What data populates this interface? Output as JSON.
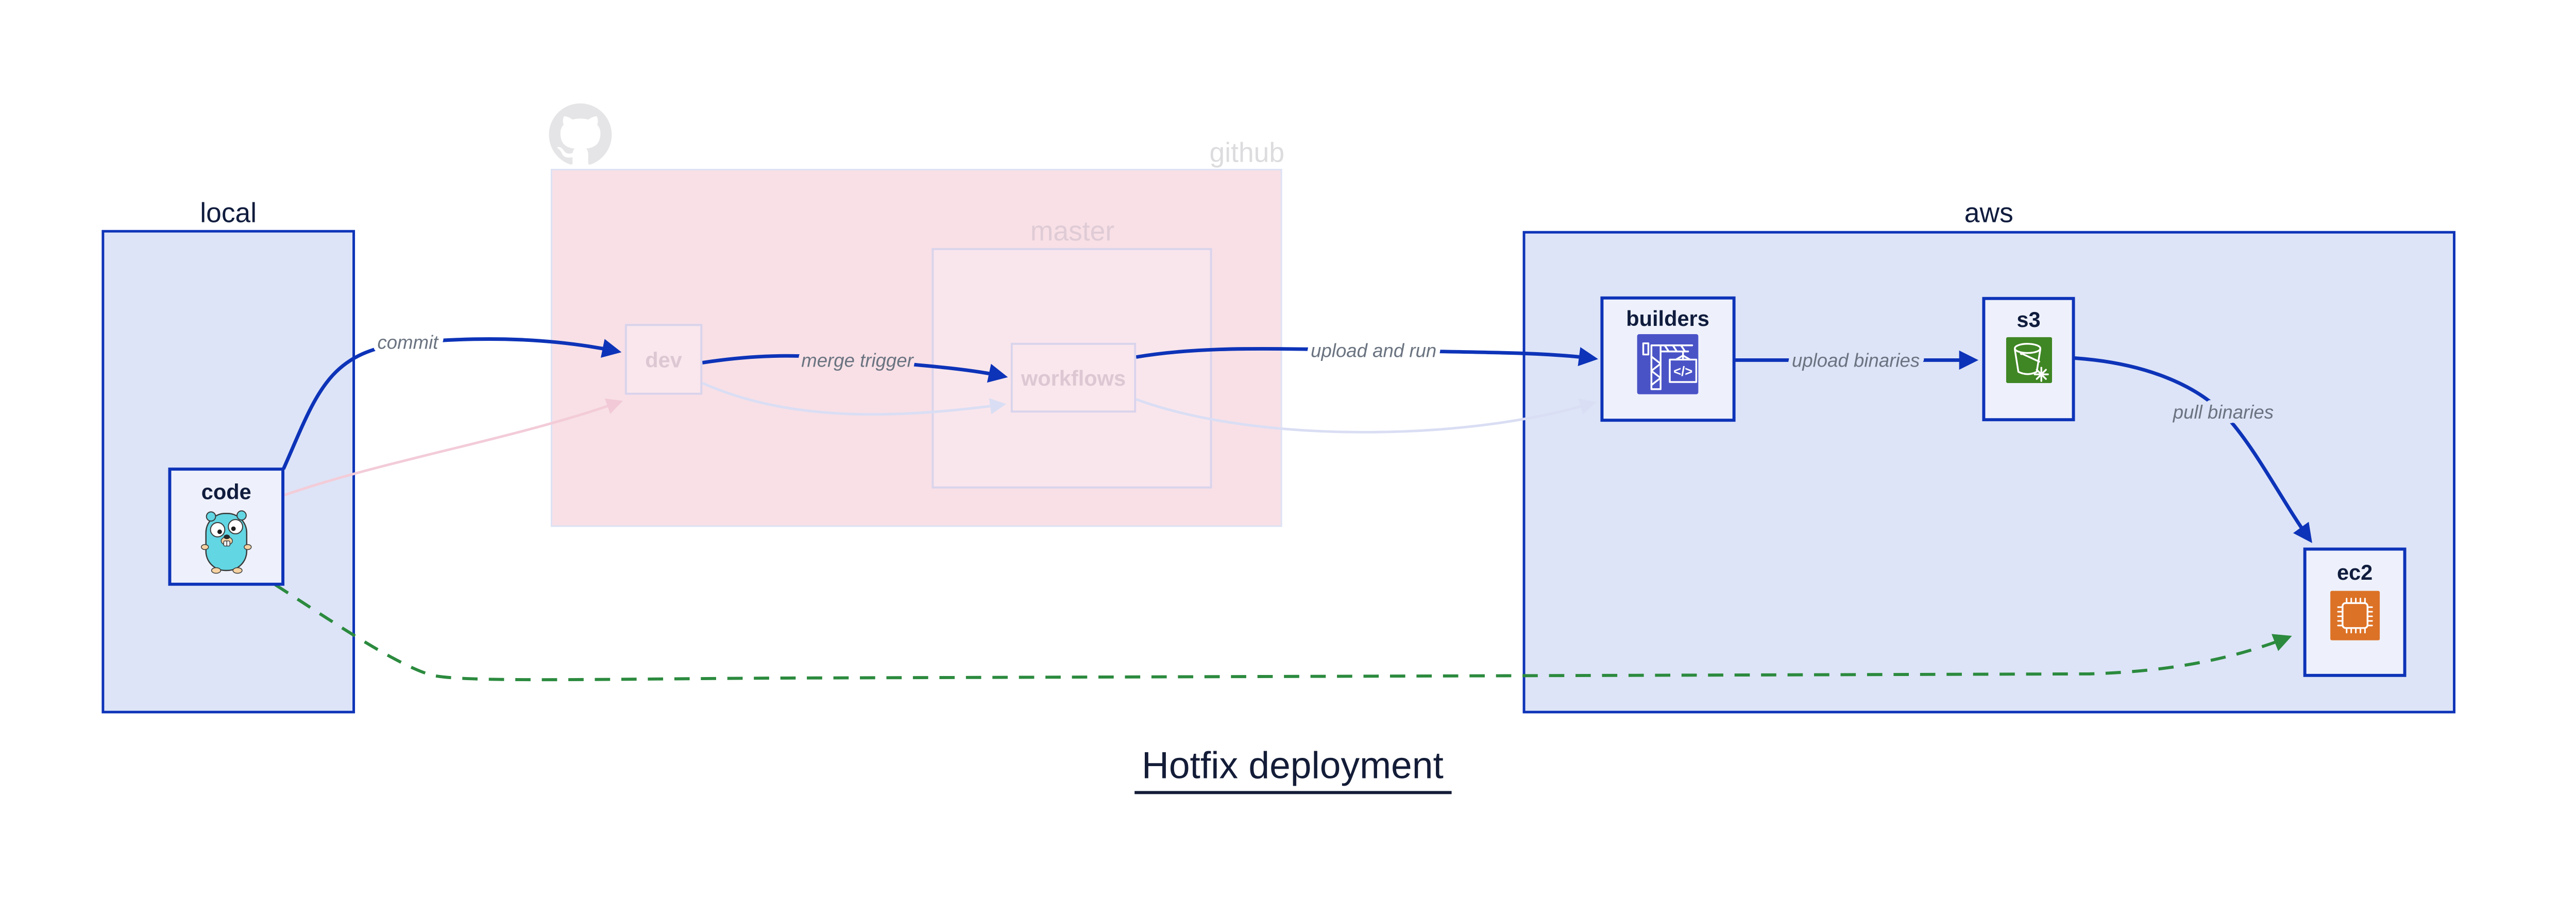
{
  "title": "Hotfix deployment",
  "containers": {
    "local": {
      "label": "local"
    },
    "github": {
      "label": "github"
    },
    "master": {
      "label": "master"
    },
    "aws": {
      "label": "aws"
    }
  },
  "nodes": {
    "code": {
      "label": "code",
      "icon": "go-gopher-icon"
    },
    "dev": {
      "label": "dev"
    },
    "workflows": {
      "label": "workflows"
    },
    "builders": {
      "label": "builders",
      "icon": "aws-codebuild-crane-icon",
      "icon_code_glyph": "</>"
    },
    "s3": {
      "label": "s3",
      "icon": "aws-s3-bucket-icon"
    },
    "ec2": {
      "label": "ec2",
      "icon": "aws-ec2-chip-icon"
    }
  },
  "edges": {
    "commit": {
      "label": "commit",
      "style": "solid-blue"
    },
    "merge_trigger": {
      "label": "merge trigger",
      "style": "solid-blue"
    },
    "upload_and_run": {
      "label": "upload and run",
      "style": "solid-blue"
    },
    "upload_binaries": {
      "label": "upload binaries",
      "style": "solid-blue"
    },
    "pull_binaries": {
      "label": "pull binaries",
      "style": "solid-blue"
    },
    "hotfix_path": {
      "label": "",
      "style": "dashed-green"
    },
    "faded_commit": {
      "label": "",
      "style": "faded-pink"
    },
    "faded_merge": {
      "label": "",
      "style": "faded-lavender"
    },
    "faded_run": {
      "label": "",
      "style": "faded-lavender"
    }
  },
  "colors": {
    "accent_blue": "#0d33b8",
    "container_fill": "#dde4f7",
    "node_fill": "#eef1fb",
    "github_pink_fill": "#f8e0e6",
    "faded_border": "#d9d4ec",
    "hotfix_green": "#2b8a3e",
    "edge_label_gray": "#6a7380",
    "codebuild_indigo": "#4a53c6",
    "s3_green": "#3f8624",
    "ec2_orange": "#dc7226",
    "gopher_teal": "#63d6e3",
    "github_logo_gray": "#e5e5e7"
  }
}
